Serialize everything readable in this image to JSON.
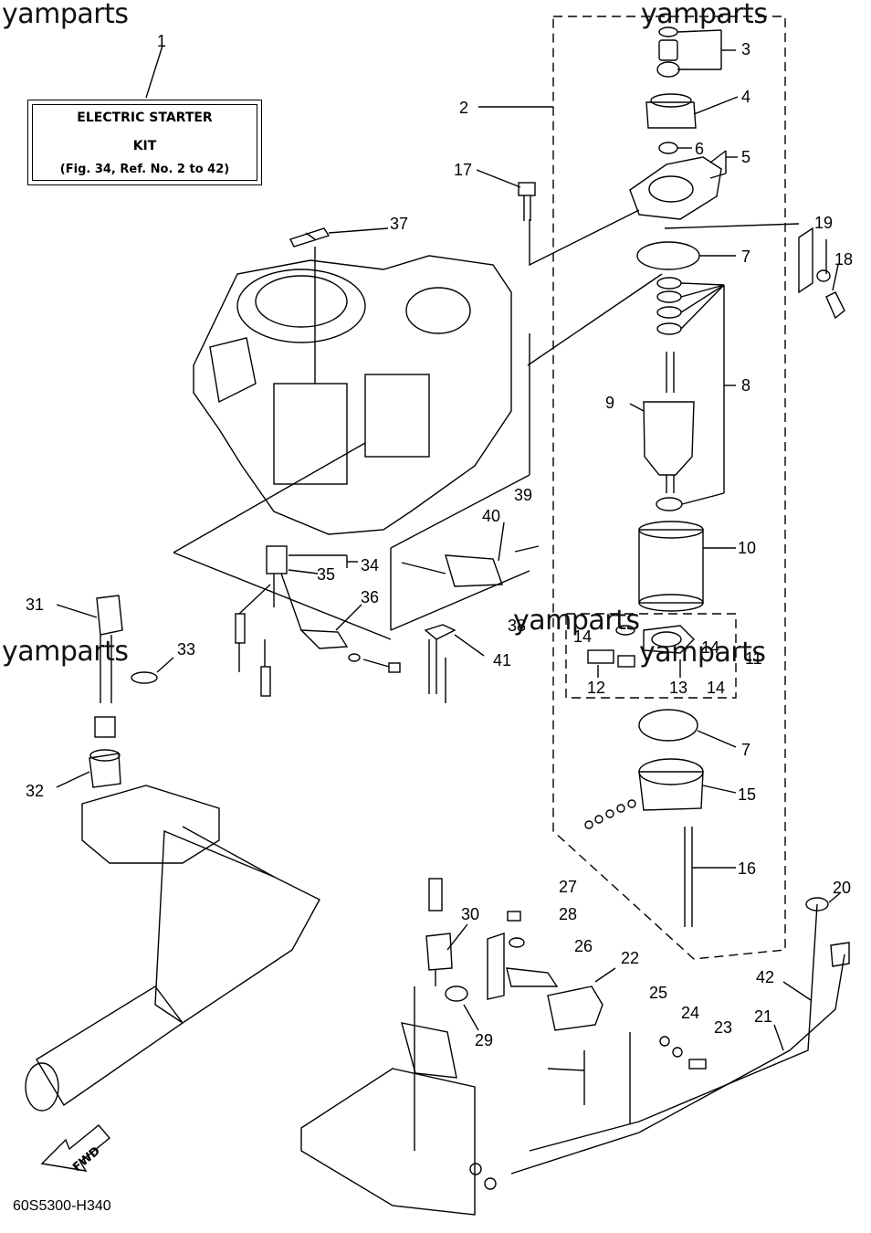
{
  "watermarks": [
    "yamparts",
    "yamparts",
    "yamparts",
    "yamparts",
    "yamparts"
  ],
  "kit_box": {
    "line1": "ELECTRIC STARTER",
    "line2": "KIT",
    "line3": "(Fig. 34, Ref. No. 2 to 42)"
  },
  "callouts": [
    "1",
    "2",
    "3",
    "4",
    "5",
    "6",
    "7",
    "8",
    "9",
    "10",
    "11",
    "12",
    "13",
    "14",
    "14",
    "14",
    "15",
    "16",
    "17",
    "18",
    "19",
    "20",
    "21",
    "22",
    "23",
    "24",
    "25",
    "26",
    "27",
    "28",
    "29",
    "30",
    "31",
    "32",
    "33",
    "34",
    "35",
    "36",
    "37",
    "39",
    "40",
    "41",
    "42",
    "7",
    "38"
  ],
  "fwd_label": "FWD",
  "drawing_code": "60S5300-H340"
}
